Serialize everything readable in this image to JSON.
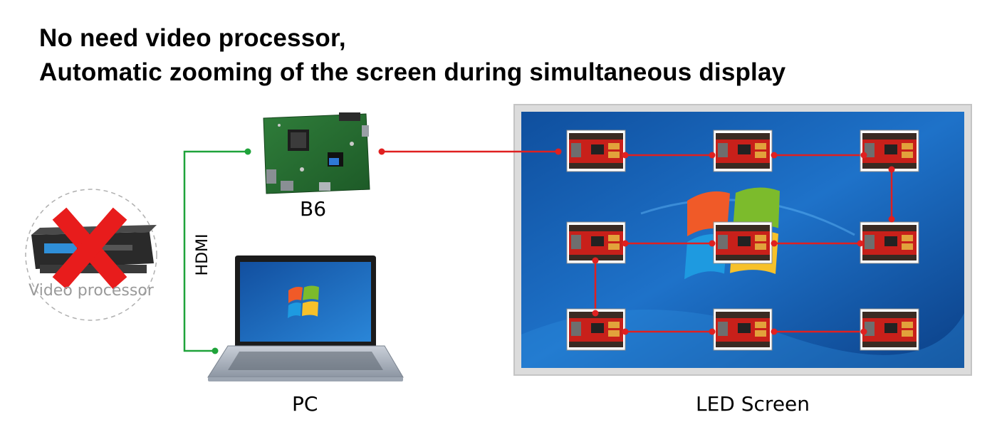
{
  "headline": {
    "line1": "No need video processor,",
    "line2": "Automatic zooming of the screen during simultaneous display"
  },
  "labels": {
    "controller": "B6",
    "cable": "HDMI",
    "pc": "PC",
    "led_screen": "LED Screen",
    "video_processor": "Video processor"
  },
  "colors": {
    "cable_hdmi": "#1fa33a",
    "link_network": "#e02020",
    "cross_mark": "#e81c1c",
    "screen_frame": "#d2d2d2",
    "desktop_blue": "#1a63b8",
    "receiving_card": "#c8201a"
  },
  "icons": {
    "controller": "circuit-board-icon",
    "pc": "laptop-icon",
    "video_processor": "rack-device-icon",
    "cross": "x-mark-icon",
    "screen_logo": "windows-logo-icon"
  }
}
